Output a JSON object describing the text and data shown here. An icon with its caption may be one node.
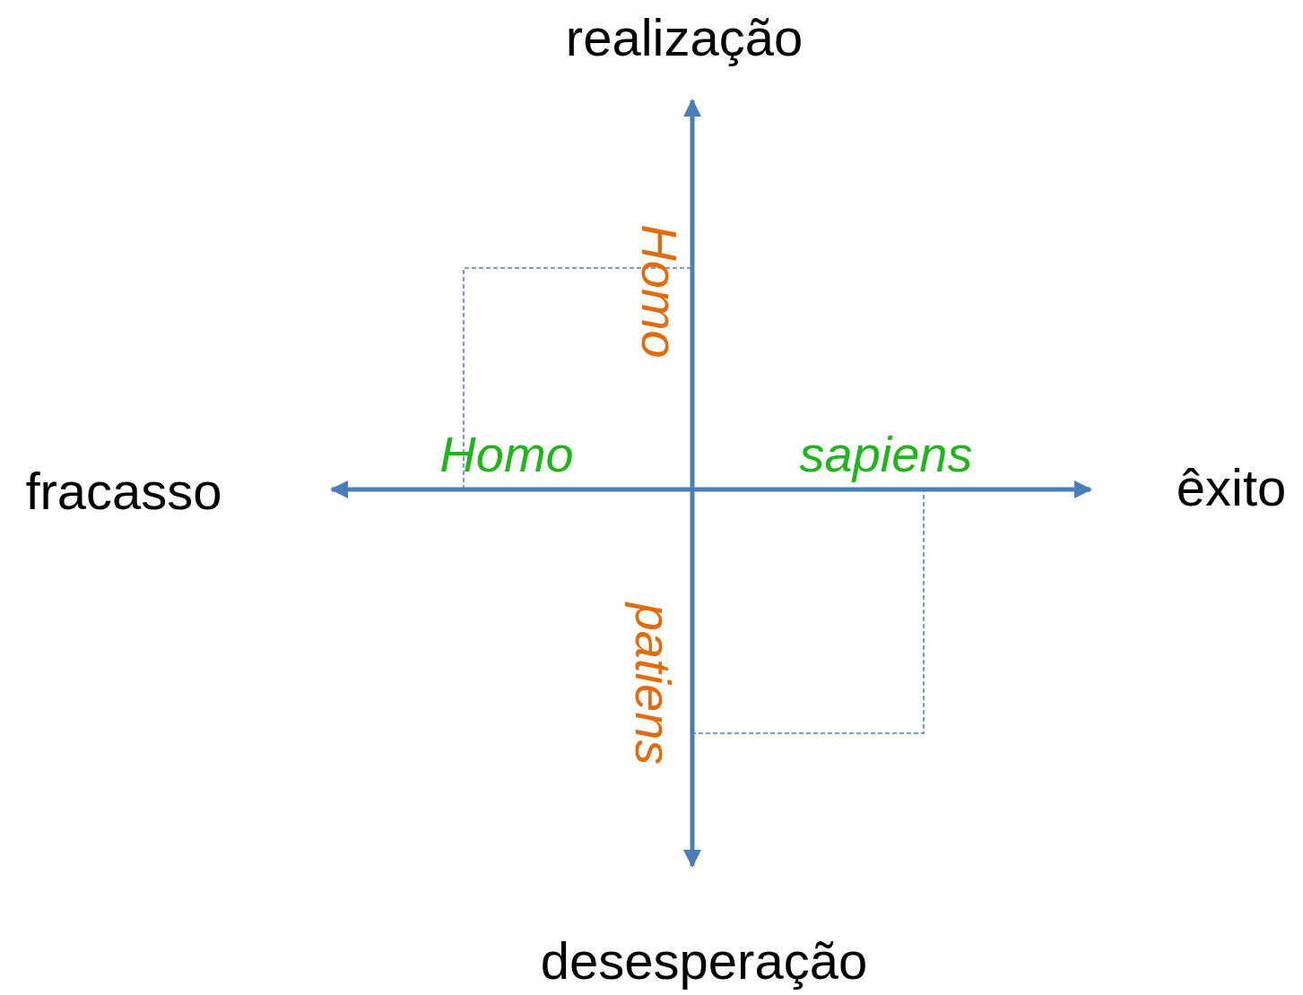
{
  "diagram": {
    "labels": [
      "realização",
      "Homo",
      "fracasso",
      "Homo",
      "sapiens",
      "êxito",
      "patiens",
      "desesperação"
    ]
  }
}
